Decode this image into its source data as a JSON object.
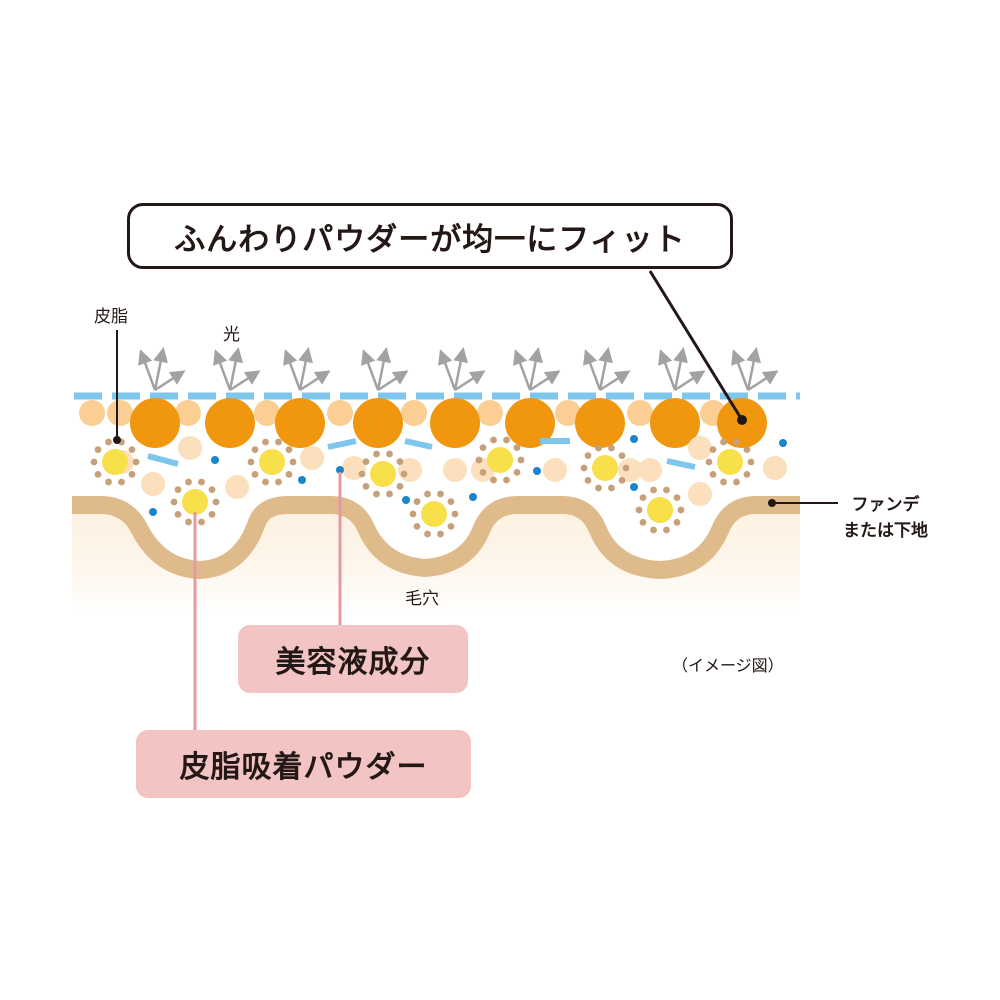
{
  "callout_main": "ふんわりパウダーが均一にフィット",
  "labels": {
    "sebum": "皮脂",
    "light": "光",
    "foundation_line1": "ファンデ",
    "foundation_line2": "または下地",
    "pore": "毛穴",
    "image_note": "（イメージ図）"
  },
  "callouts": {
    "serum": "美容液成分",
    "sebum_powder": "皮脂吸着パウダー"
  },
  "colors": {
    "skin_band": "#dfba8b",
    "skin_fill": "#fdf1df",
    "orange_powder": "#f0970f",
    "light_orange": "#fbcf93",
    "pale_cream": "#fce0bd",
    "sebum_yellow": "#f8e04a",
    "sebum_dots": "#c5a07a",
    "blue_bar": "#7fc6ec",
    "blue_dot": "#1a84cc",
    "arrow_gray": "#a2a2a2",
    "pink_pill": "#f2c4c4",
    "pink_line": "#e49aa2",
    "text": "#231815"
  }
}
